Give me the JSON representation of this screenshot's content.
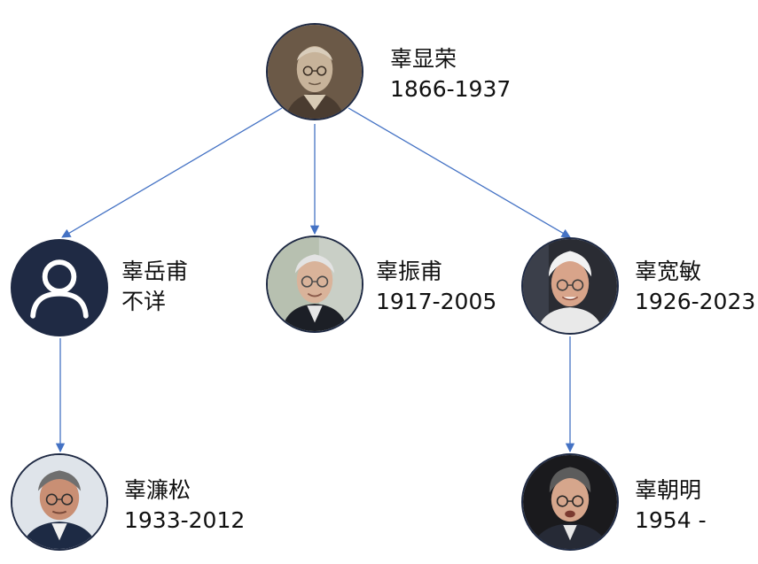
{
  "colors": {
    "edge": "#4472c4",
    "avatar_border": "#1f2a44",
    "placeholder_bg": "#1f2a44",
    "placeholder_fg": "#ffffff"
  },
  "nodes": {
    "root": {
      "name": "辜显荣",
      "years": "1866-1937",
      "photo": "sepia-portrait"
    },
    "yuefu": {
      "name": "辜岳甫",
      "years": "不详",
      "photo": "user-placeholder-icon"
    },
    "zhenfu": {
      "name": "辜振甫",
      "years": "1917-2005",
      "photo": "color-portrait"
    },
    "kuanmin": {
      "name": "辜宽敏",
      "years": "1926-2023",
      "photo": "color-portrait"
    },
    "liansong": {
      "name": "辜濂松",
      "years": "1933-2012",
      "photo": "color-portrait"
    },
    "chaoming": {
      "name": "辜朝明",
      "years": "1954 -",
      "photo": "color-portrait"
    }
  }
}
